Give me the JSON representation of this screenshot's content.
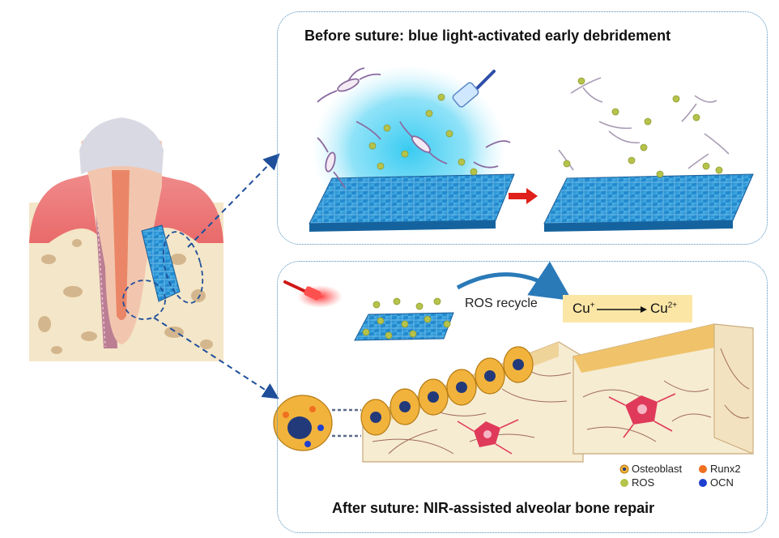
{
  "panels": {
    "top_title": "Before suture: blue light-activated early debridement",
    "bottom_title": "After suture: NIR-assisted alveolar bone repair"
  },
  "cycle": {
    "label": "ROS recycle",
    "cu_from": "Cu",
    "cu_from_sup": "+",
    "cu_to": "Cu",
    "cu_to_sup": "2+"
  },
  "legend": {
    "osteoblast": "Osteoblast",
    "runx2": "Runx2",
    "ros": "ROS",
    "ocn": "OCN"
  },
  "colors": {
    "blue_light": "#2ec8f0",
    "membrane": "#2a8fd0",
    "ros": "#b5c34a",
    "osteoblast": "#f2b33d",
    "runx2": "#f07020",
    "ocn": "#1f3fd0",
    "bone": "#f6ecd2",
    "arrow_dash": "#1f4f9a"
  }
}
